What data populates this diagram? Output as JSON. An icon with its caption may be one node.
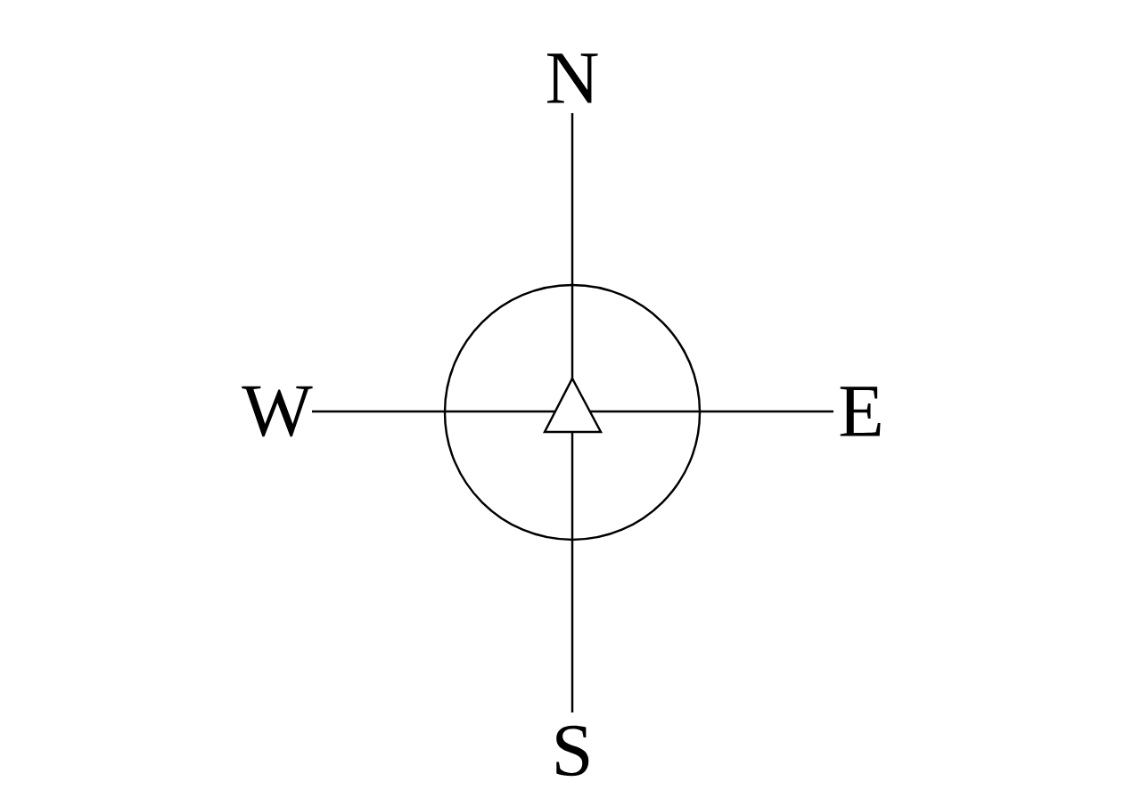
{
  "diagram": {
    "labels": [
      "N",
      "W",
      "E",
      "S"
    ]
  }
}
